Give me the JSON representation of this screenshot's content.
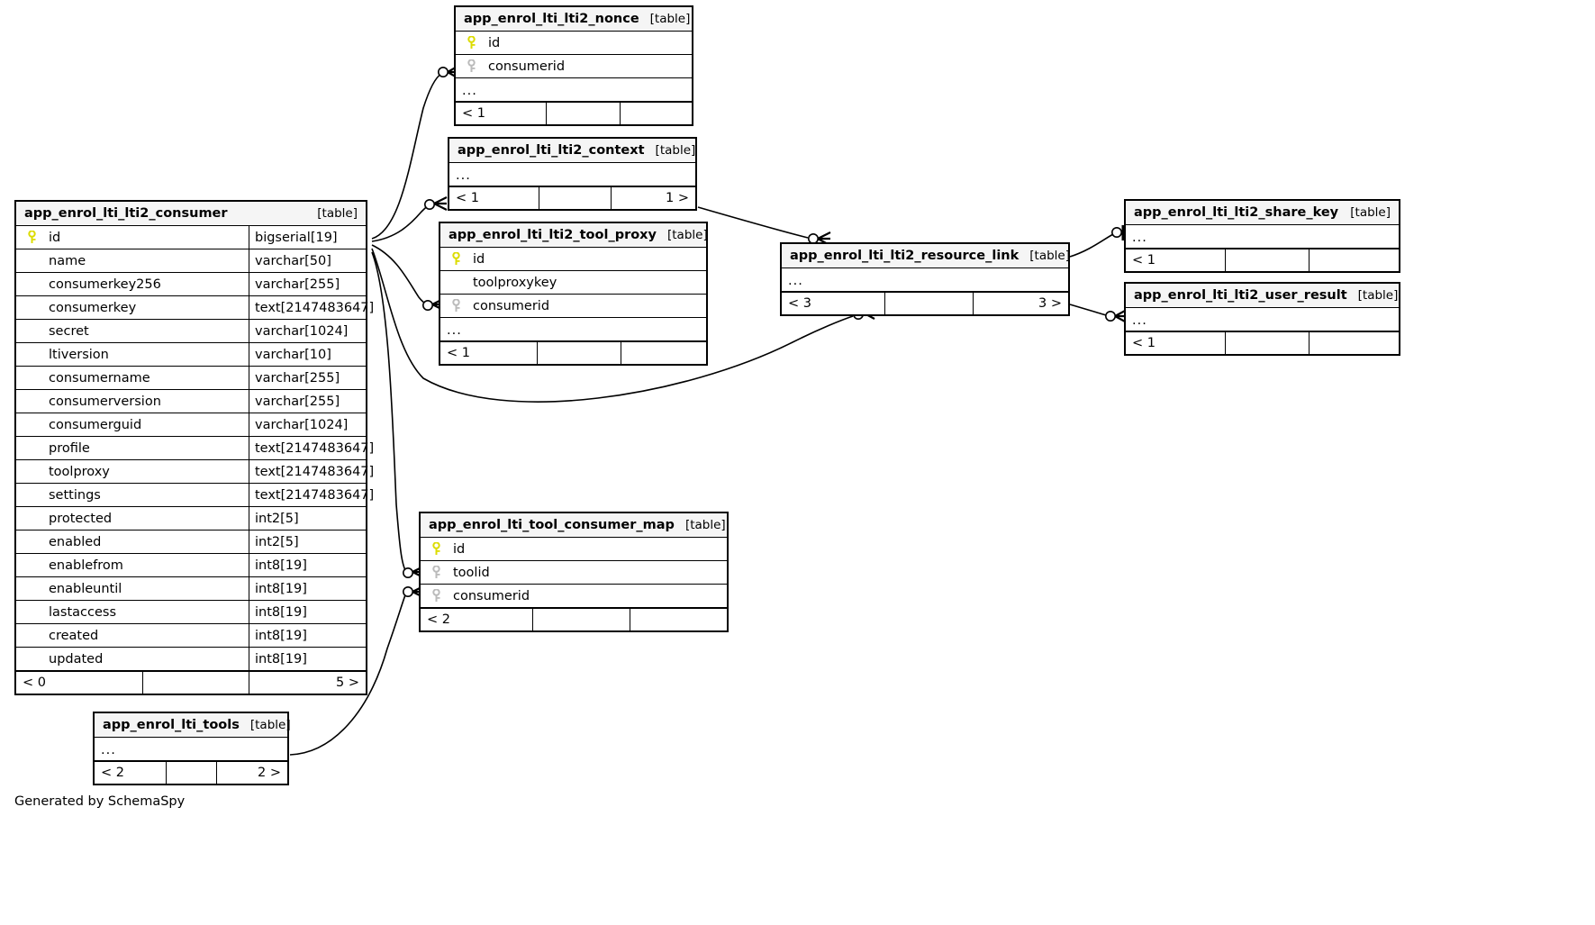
{
  "diagram": {
    "generator_credit": "Generated by SchemaSpy",
    "table_tag": "[table]",
    "ellipsis": "...",
    "colors": {
      "primary_key": "#e8e800",
      "foreign_key": "#bbbbbb",
      "header_bg": "#f5f5f5",
      "border": "#000000",
      "background": "#ffffff"
    }
  },
  "tables": [
    {
      "id": "consumer",
      "name": "app_enrol_lti_lti2_consumer",
      "tag": "[table]",
      "columns": [
        {
          "name": "id",
          "type": "bigserial[19]",
          "key": "primary"
        },
        {
          "name": "name",
          "type": "varchar[50]",
          "key": "none"
        },
        {
          "name": "consumerkey256",
          "type": "varchar[255]",
          "key": "none"
        },
        {
          "name": "consumerkey",
          "type": "text[2147483647]",
          "key": "none"
        },
        {
          "name": "secret",
          "type": "varchar[1024]",
          "key": "none"
        },
        {
          "name": "ltiversion",
          "type": "varchar[10]",
          "key": "none"
        },
        {
          "name": "consumername",
          "type": "varchar[255]",
          "key": "none"
        },
        {
          "name": "consumerversion",
          "type": "varchar[255]",
          "key": "none"
        },
        {
          "name": "consumerguid",
          "type": "varchar[1024]",
          "key": "none"
        },
        {
          "name": "profile",
          "type": "text[2147483647]",
          "key": "none"
        },
        {
          "name": "toolproxy",
          "type": "text[2147483647]",
          "key": "none"
        },
        {
          "name": "settings",
          "type": "text[2147483647]",
          "key": "none"
        },
        {
          "name": "protected",
          "type": "int2[5]",
          "key": "none"
        },
        {
          "name": "enabled",
          "type": "int2[5]",
          "key": "none"
        },
        {
          "name": "enablefrom",
          "type": "int8[19]",
          "key": "none"
        },
        {
          "name": "enableuntil",
          "type": "int8[19]",
          "key": "none"
        },
        {
          "name": "lastaccess",
          "type": "int8[19]",
          "key": "none"
        },
        {
          "name": "created",
          "type": "int8[19]",
          "key": "none"
        },
        {
          "name": "updated",
          "type": "int8[19]",
          "key": "none"
        }
      ],
      "has_ellipsis": false,
      "footer": {
        "left": "< 0",
        "mid": "",
        "right": "5 >"
      }
    },
    {
      "id": "nonce",
      "name": "app_enrol_lti_lti2_nonce",
      "tag": "[table]",
      "columns": [
        {
          "name": "id",
          "type": "",
          "key": "primary"
        },
        {
          "name": "consumerid",
          "type": "",
          "key": "foreign"
        }
      ],
      "has_ellipsis": true,
      "footer": {
        "left": "< 1",
        "mid": "",
        "right": ""
      }
    },
    {
      "id": "context",
      "name": "app_enrol_lti_lti2_context",
      "tag": "[table]",
      "columns": [],
      "has_ellipsis": true,
      "footer": {
        "left": "< 1",
        "mid": "",
        "right": "1 >"
      }
    },
    {
      "id": "tool_proxy",
      "name": "app_enrol_lti_lti2_tool_proxy",
      "tag": "[table]",
      "columns": [
        {
          "name": "id",
          "type": "",
          "key": "primary"
        },
        {
          "name": "toolproxykey",
          "type": "",
          "key": "none"
        },
        {
          "name": "consumerid",
          "type": "",
          "key": "foreign"
        }
      ],
      "has_ellipsis": true,
      "footer": {
        "left": "< 1",
        "mid": "",
        "right": ""
      }
    },
    {
      "id": "resource_link",
      "name": "app_enrol_lti_lti2_resource_link",
      "tag": "[table]",
      "columns": [],
      "has_ellipsis": true,
      "footer": {
        "left": "< 3",
        "mid": "",
        "right": "3 >"
      }
    },
    {
      "id": "share_key",
      "name": "app_enrol_lti_lti2_share_key",
      "tag": "[table]",
      "columns": [],
      "has_ellipsis": true,
      "footer": {
        "left": "< 1",
        "mid": "",
        "right": ""
      }
    },
    {
      "id": "user_result",
      "name": "app_enrol_lti_lti2_user_result",
      "tag": "[table]",
      "columns": [],
      "has_ellipsis": true,
      "footer": {
        "left": "< 1",
        "mid": "",
        "right": ""
      }
    },
    {
      "id": "tool_consumer_map",
      "name": "app_enrol_lti_tool_consumer_map",
      "tag": "[table]",
      "columns": [
        {
          "name": "id",
          "type": "",
          "key": "primary"
        },
        {
          "name": "toolid",
          "type": "",
          "key": "foreign"
        },
        {
          "name": "consumerid",
          "type": "",
          "key": "foreign"
        }
      ],
      "has_ellipsis": false,
      "footer": {
        "left": "< 2",
        "mid": "",
        "right": ""
      }
    },
    {
      "id": "lti_tools",
      "name": "app_enrol_lti_tools",
      "tag": "[table]",
      "columns": [],
      "has_ellipsis": true,
      "footer": {
        "left": "< 2",
        "mid": "",
        "right": "2 >"
      }
    }
  ]
}
